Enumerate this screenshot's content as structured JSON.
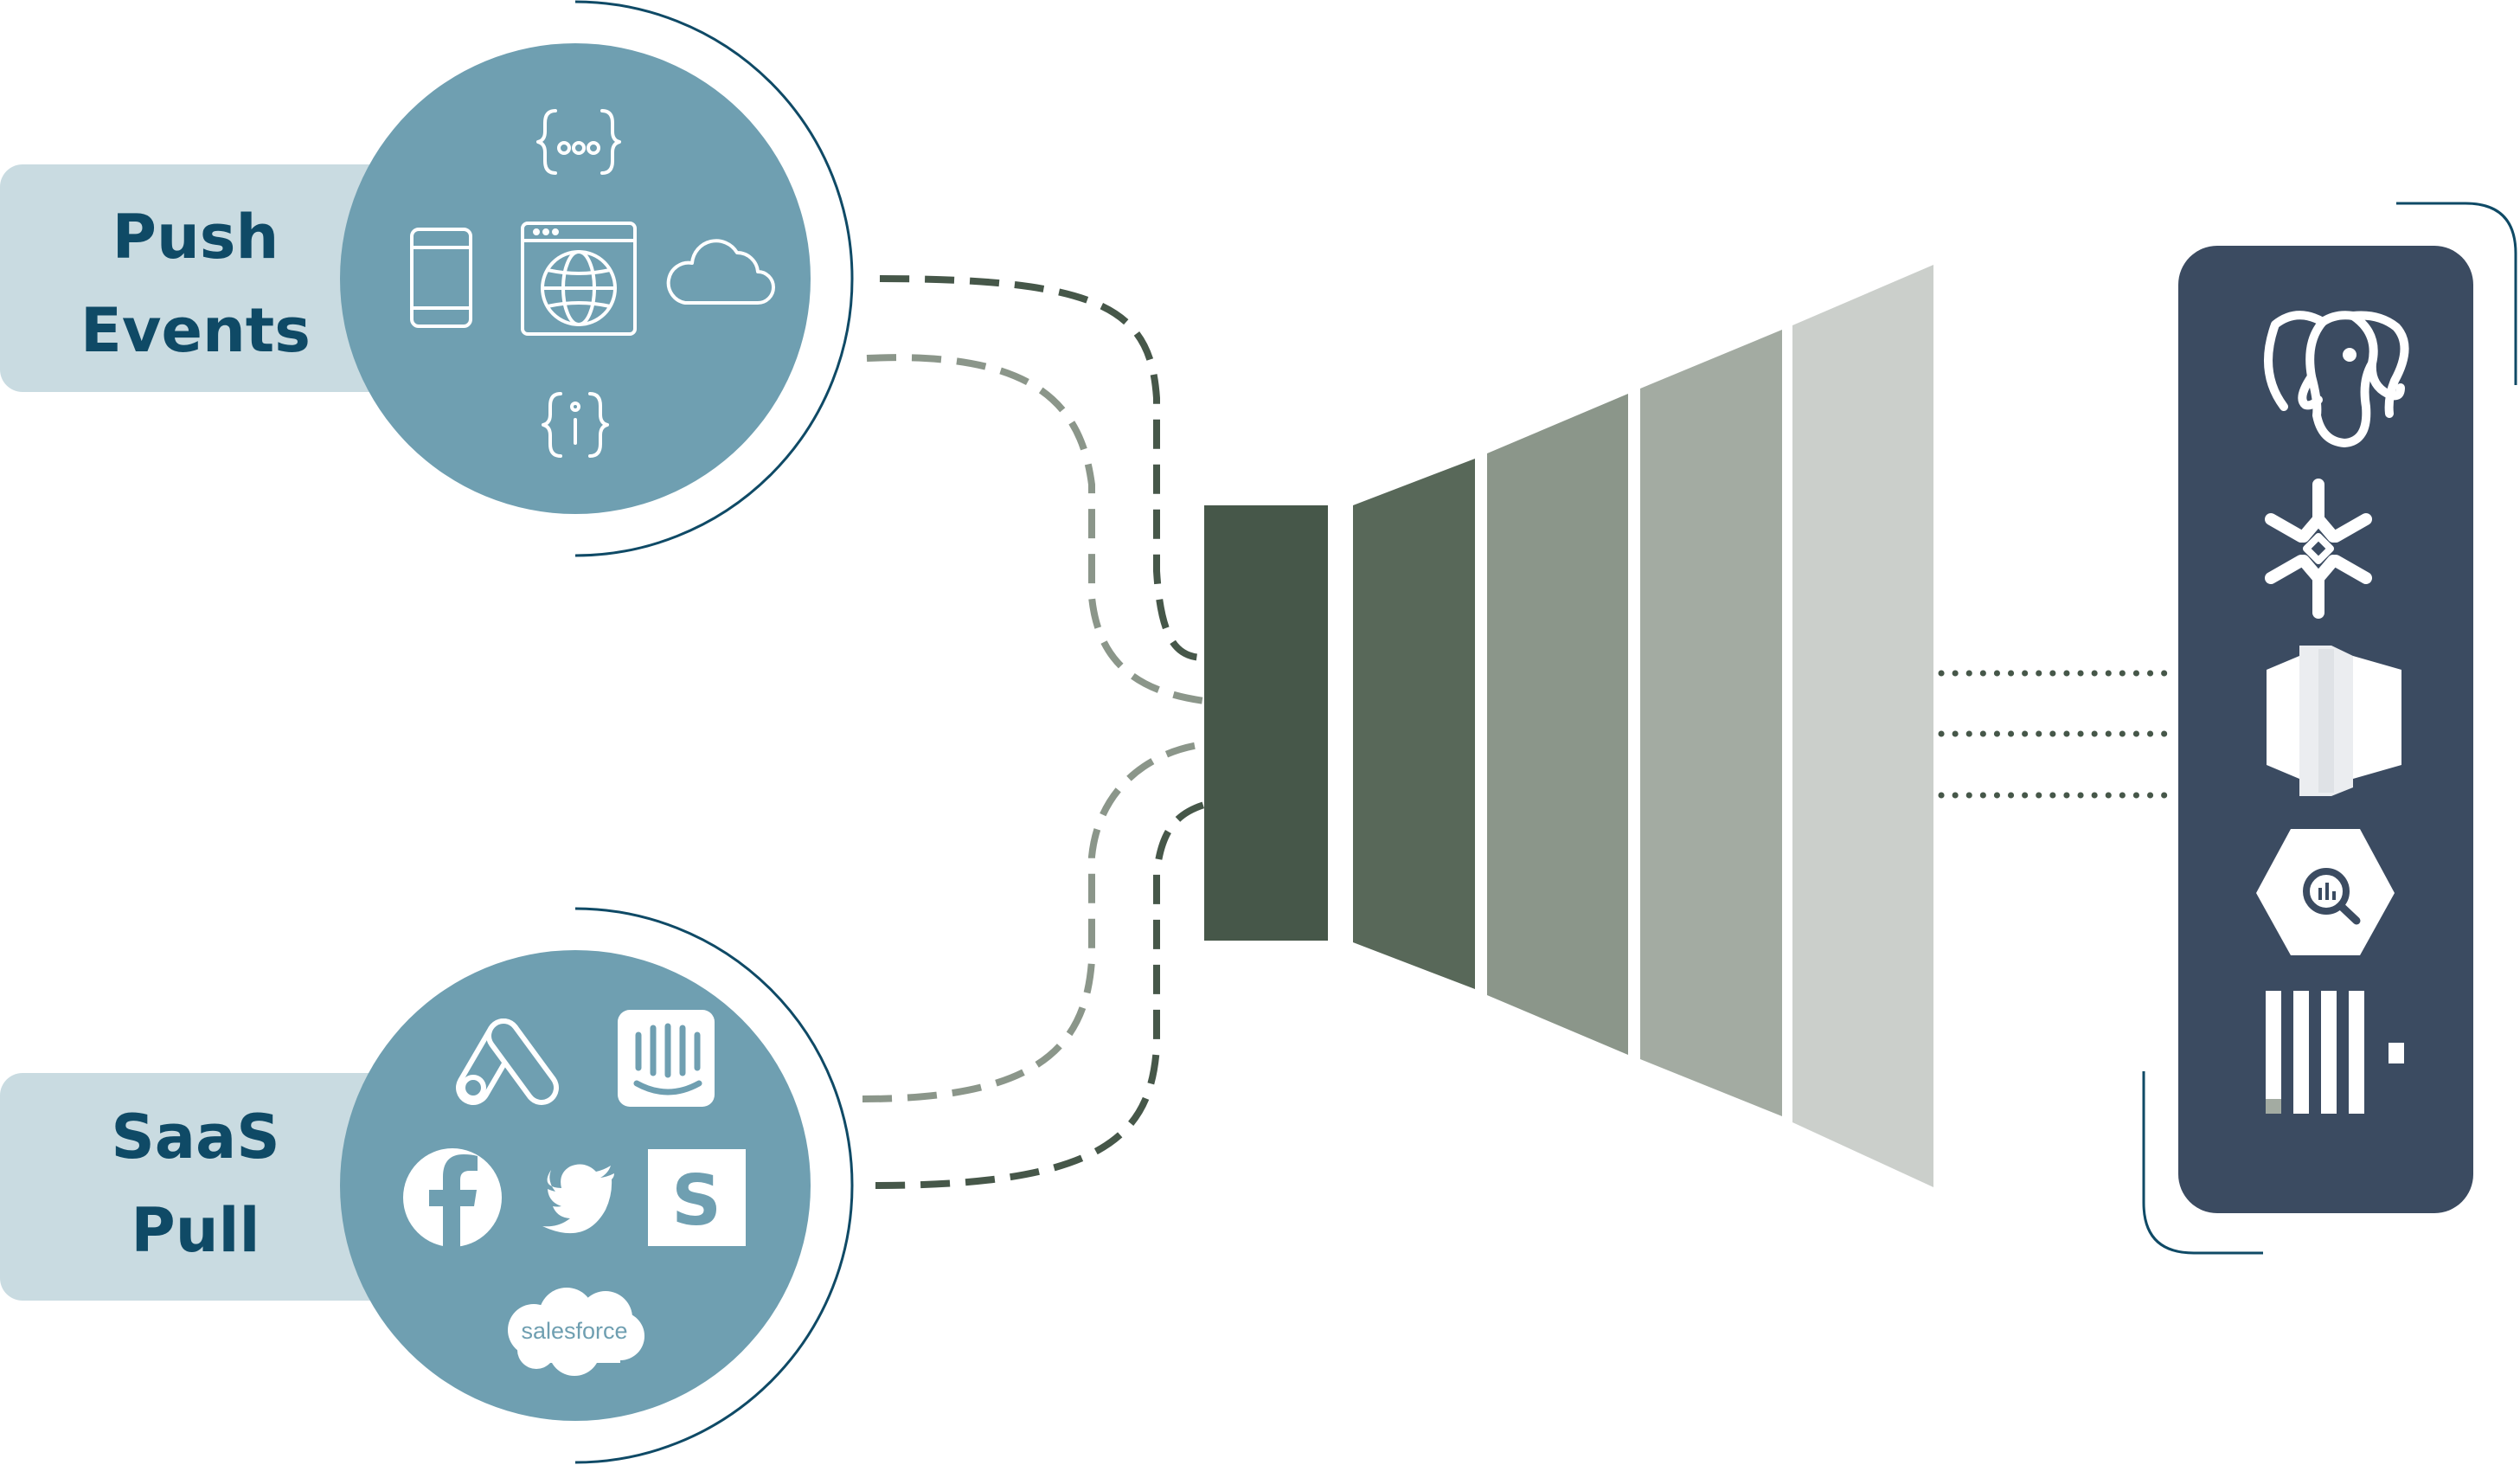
{
  "sources": {
    "push": {
      "line1": "Push",
      "line2": "Events"
    },
    "saas": {
      "line1": "SaaS",
      "line2": "Pull",
      "salesforce": "salesforce"
    }
  },
  "icons": {
    "push": [
      "json-ellipsis-icon",
      "mobile-phone-icon",
      "web-browser-globe-icon",
      "cloud-icon",
      "json-info-icon"
    ],
    "saas": [
      "google-ads-icon",
      "intercom-icon",
      "facebook-icon",
      "twitter-icon",
      "stripe-icon",
      "salesforce-icon"
    ],
    "destinations": [
      "postgresql-icon",
      "snowflake-icon",
      "amazon-redshift-icon",
      "google-bigquery-icon",
      "clickhouse-icon"
    ]
  },
  "colors": {
    "navy_text": "#0f4a66",
    "circle": "#6f9fb1",
    "label_bg": "#c9dbe1",
    "funnel_1": "#465749",
    "funnel_2": "#586859",
    "funnel_3": "#8b968a",
    "funnel_4": "#a3aba2",
    "funnel_5": "#cbcfcb",
    "destination_panel": "#3b4b61"
  }
}
